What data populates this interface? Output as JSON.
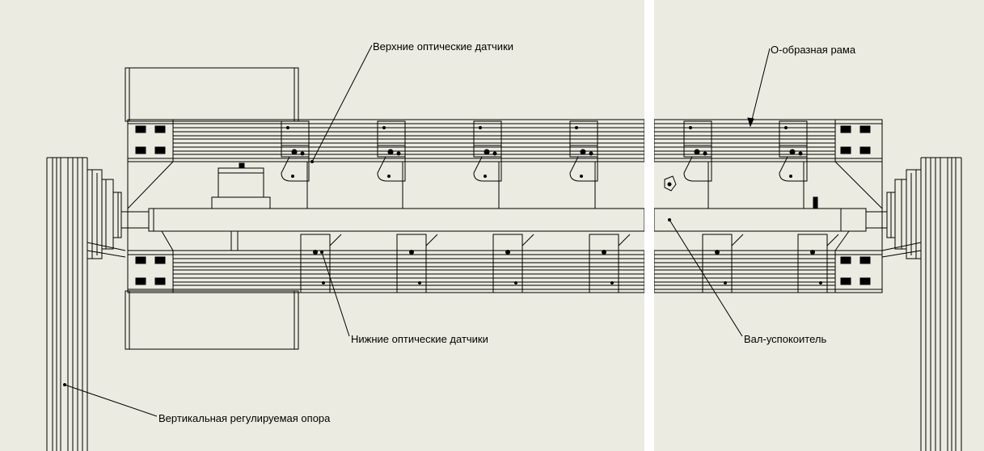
{
  "labels": {
    "upper_sensors": "Верхние оптические датчики",
    "o_frame": "О-образная рама",
    "lower_sensors": "Нижние оптические датчики",
    "damper_shaft": "Вал-успокоитель",
    "vertical_support": "Вертикальная регулируемая опора"
  },
  "colors": {
    "panel_background": "#ecebe1",
    "line": "#000000",
    "gap": "#ffffff"
  }
}
